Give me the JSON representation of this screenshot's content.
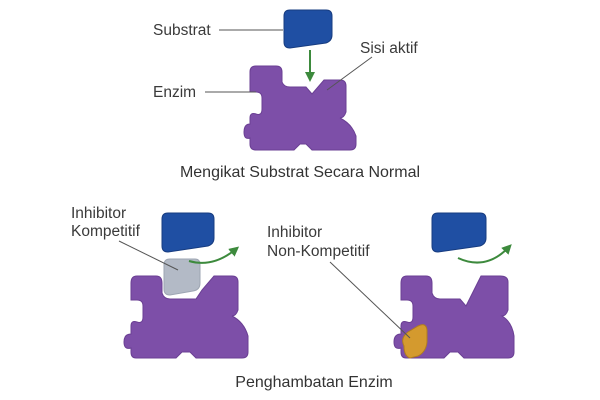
{
  "labels": {
    "substrate": "Substrat",
    "active_site": "Sisi aktif",
    "enzyme": "Enzim",
    "competitive_line1": "Inhibitor",
    "competitive_line2": "Kompetitif",
    "noncompetitive_line1": "Inhibitor",
    "noncompetitive_line2": "Non-Kompetitif"
  },
  "captions": {
    "normal_binding": "Mengikat Substrat Secara Normal",
    "inhibition": "Penghambatan Enzim"
  },
  "colors": {
    "enzyme": "#7d4fa8",
    "enzyme_shade": "#6a3f93",
    "substrate": "#1f4fa3",
    "substrate_shade": "#173c80",
    "competitive_inhibitor": "#b3bac6",
    "noncompetitive_inhibitor": "#d49a2e",
    "arrow": "#3d8a3d"
  },
  "icons": {
    "enzyme": "puzzle-enzyme-shape",
    "substrate": "rounded-block",
    "binding_arrow": "down-arrow",
    "rejection_arrow": "curved-arrow"
  }
}
